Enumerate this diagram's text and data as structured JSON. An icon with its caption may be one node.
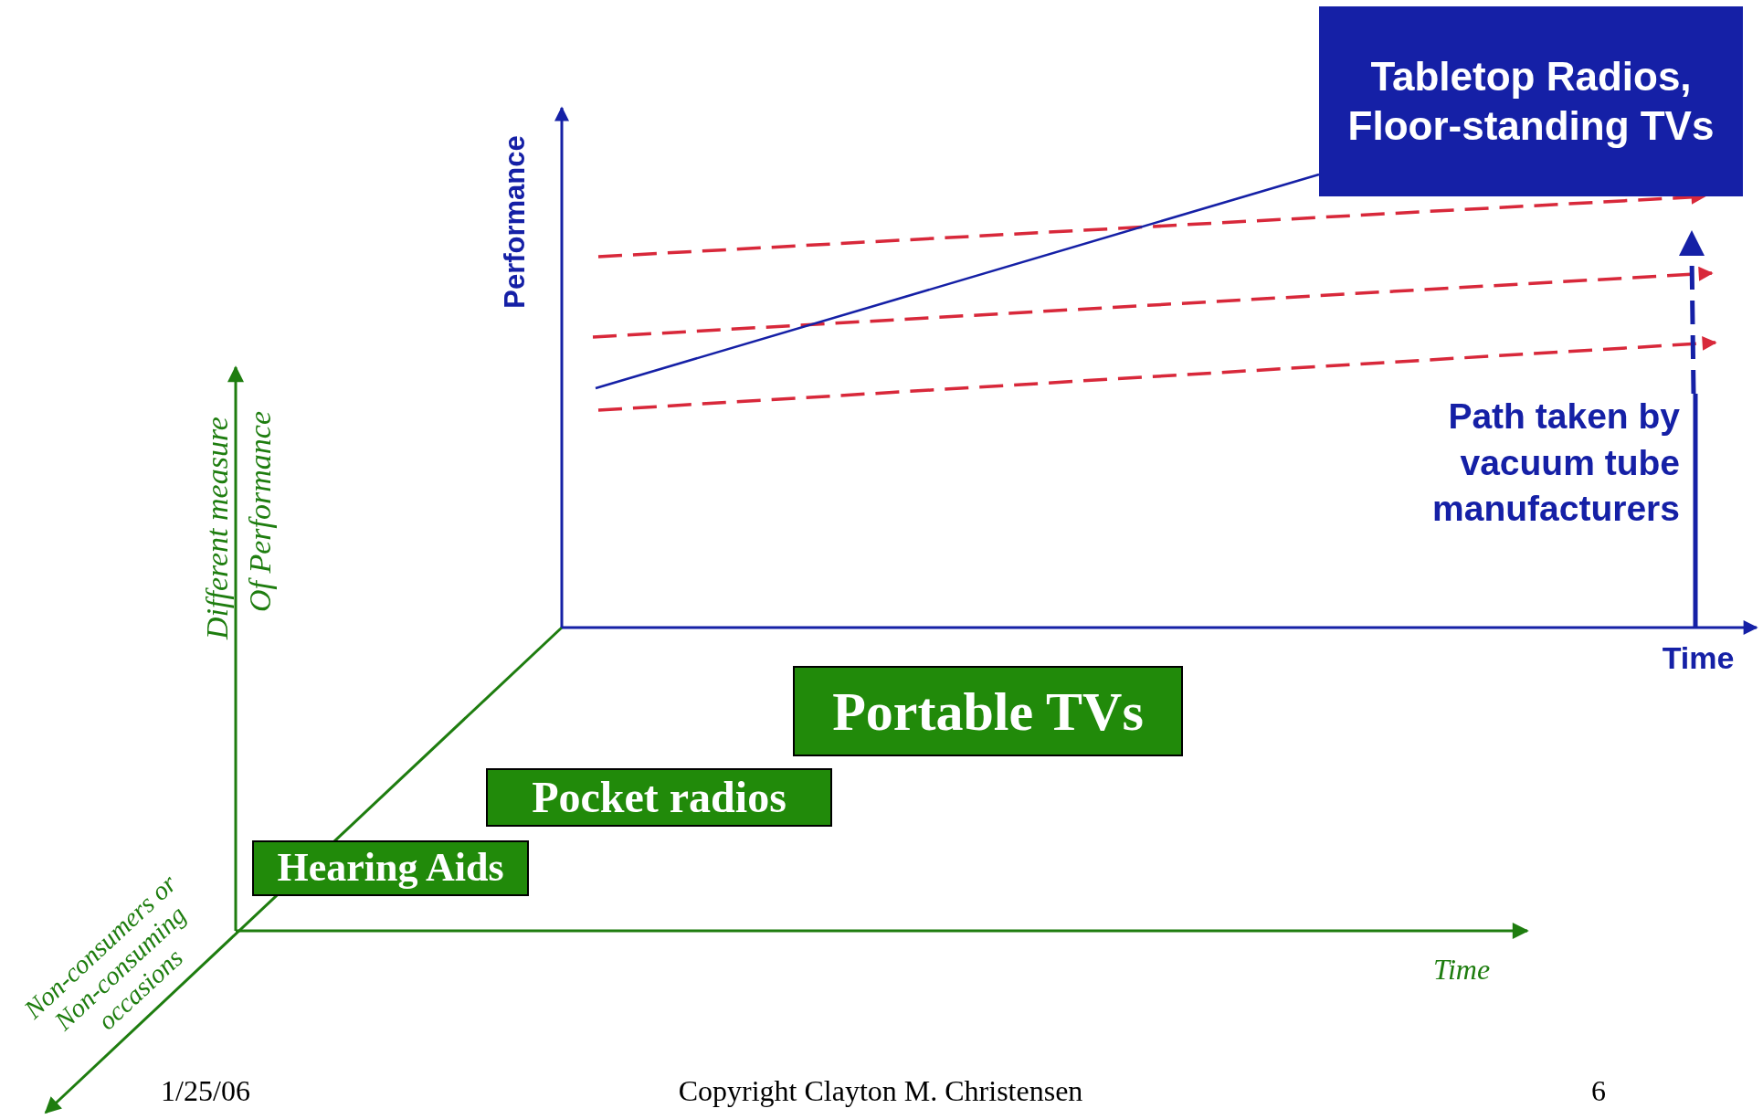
{
  "diagram": {
    "nodes": [
      {
        "text": [
          "Tabletop Radios, Floor-standing TVs"
        ]
      },
      {
        "text": [
          "Portable  TVs"
        ]
      },
      {
        "text": [
          "Pocket radios"
        ]
      },
      {
        "text": [
          "Hearing Aids"
        ]
      }
    ],
    "labels": [
      "Performance",
      "Path taken by vacuum tube manufacturers",
      "Time",
      "Different measure",
      "Of Performance",
      "Non-consumers or Non-consuming occasions",
      "Time",
      "1/25/06",
      "Copyright Clayton M. Christensen",
      "6"
    ]
  }
}
